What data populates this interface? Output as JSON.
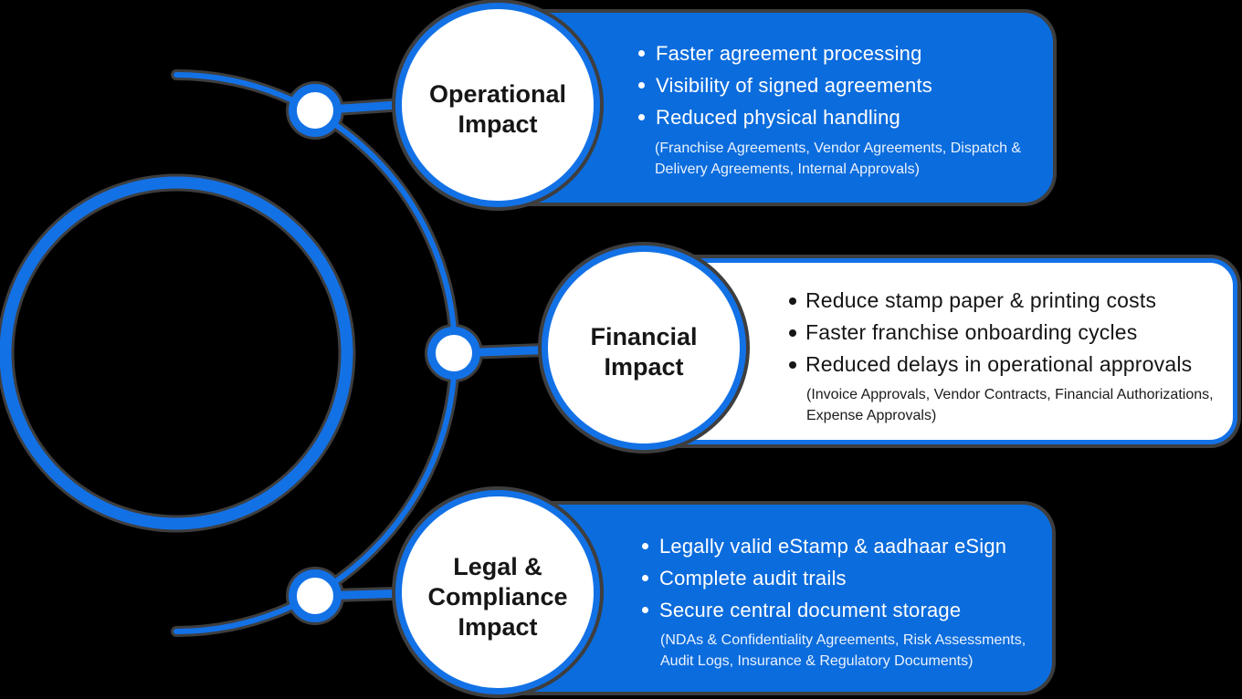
{
  "colors": {
    "background": "#000000",
    "card_blue": "#0b6cdd",
    "stroke_blue": "#1371e6",
    "halo_gray": "#3e3e3e",
    "text_on_blue": "#ffffff",
    "note_on_blue": "#e9f2fe",
    "text_dark": "#151515"
  },
  "diagram": {
    "sections": [
      {
        "id": "operational",
        "title_lines": [
          "Operational",
          "Impact"
        ],
        "card_style": "blue",
        "bullets": [
          "Faster agreement processing",
          "Visibility of signed agreements",
          "Reduced physical handling"
        ],
        "note_lines": [
          "(Franchise Agreements, Vendor Agreements, Dispatch &",
          "Delivery Agreements, Internal Approvals)"
        ]
      },
      {
        "id": "financial",
        "title_lines": [
          "Financial",
          "Impact"
        ],
        "card_style": "white",
        "bullets": [
          "Reduce stamp paper & printing costs",
          "Faster franchise onboarding cycles",
          "Reduced delays in operational approvals"
        ],
        "note_lines": [
          "(Invoice Approvals, Vendor Contracts, Financial Authorizations,",
          "Expense Approvals)"
        ]
      },
      {
        "id": "legal",
        "title_lines": [
          "Legal &",
          "Compliance",
          "Impact"
        ],
        "card_style": "blue",
        "bullets": [
          "Legally valid eStamp & aadhaar eSign",
          "Complete audit trails",
          "Secure central document storage"
        ],
        "note_lines": [
          "(NDAs & Confidentiality Agreements, Risk Assessments,",
          "Audit Logs, Insurance & Regulatory Documents)"
        ]
      }
    ]
  }
}
